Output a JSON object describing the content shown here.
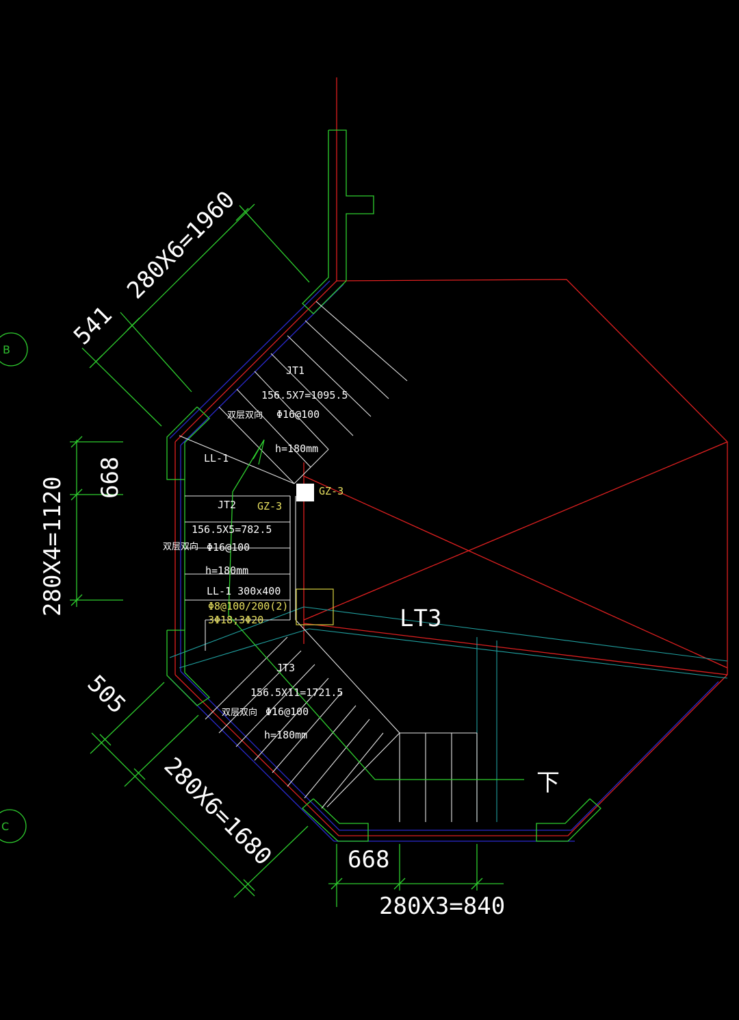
{
  "drawing": {
    "dimensions": {
      "top_diag_main": "280X6=1960",
      "top_diag_offset": "541",
      "left_vert_main": "280X4=1120",
      "left_vert_offset": "668",
      "bottom_diag_offset": "505",
      "bottom_diag_main": "280X6=1680",
      "bottom_offset": "668",
      "bottom_main": "280X3=840"
    },
    "flights": {
      "jt1": {
        "name": "JT1",
        "steps": "156.5X7=1095.5",
        "rebar": "Φ16@100",
        "layer": "双层双向",
        "thickness": "h=180mm"
      },
      "jt2": {
        "name": "JT2",
        "steps": "156.5X5=782.5",
        "rebar": "Φ16@100",
        "layer": "双层双向",
        "thickness": "h=180mm"
      },
      "jt3": {
        "name": "JT3",
        "steps": "156.5X11=1721.5",
        "rebar": "Φ16@100",
        "layer": "双层双向",
        "thickness": "h=180mm"
      }
    },
    "beams": {
      "ll1_label": "LL-1",
      "ll1_spec": "LL-1 300x400",
      "ll1_stirrup": "Φ8@100/200(2)",
      "ll1_bars": "3Φ18;3Φ20"
    },
    "columns": {
      "gz3_a": "GZ-3",
      "gz3_b": "GZ-3"
    },
    "stair_label": "LT3",
    "down_label": "下",
    "axis_markers": {
      "upper": "B",
      "lower": "C"
    },
    "colors": {
      "background": "#000000",
      "walls": "#2fd02f",
      "axis": "#e02020",
      "outline": "#2a2ad0",
      "slab": "#20a0a0",
      "text": "#ffffff",
      "beam_text": "#e8e060"
    }
  }
}
